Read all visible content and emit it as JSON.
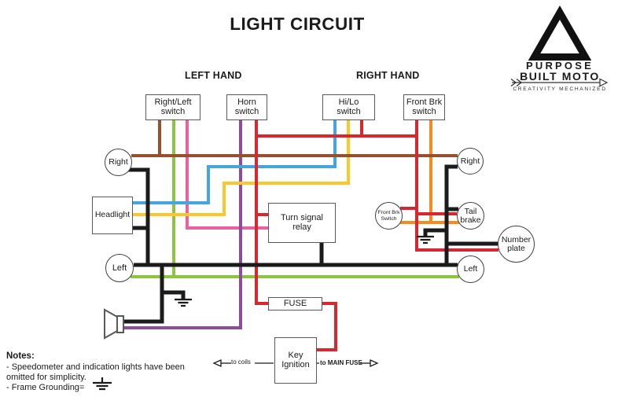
{
  "title": "LIGHT CIRCUIT",
  "logo": {
    "name_line1": "PURPOSE",
    "name_line2": "BUILT MOTO",
    "tagline": "CREATIVITY MECHANIZED"
  },
  "sections": {
    "left_hand": "LEFT HAND",
    "right_hand": "RIGHT HAND"
  },
  "boxes": {
    "right_left_switch": {
      "line1": "Right/Left",
      "line2": "switch"
    },
    "horn_switch": {
      "line1": "Horn",
      "line2": "switch"
    },
    "hilo_switch": {
      "line1": "Hi/Lo",
      "line2": "switch"
    },
    "front_brk_switch": {
      "line1": "Front Brk",
      "line2": "switch"
    },
    "headlight": {
      "line1": "Headlight"
    },
    "turn_signal_relay": {
      "line1": "Turn signal",
      "line2": "relay"
    },
    "fuse": {
      "line1": "FUSE"
    },
    "key_ignition": {
      "line1": "Key",
      "line2": "Ignition"
    }
  },
  "circles": {
    "left_indicator_right": {
      "line1": "Right"
    },
    "left_indicator_left": {
      "line1": "Left"
    },
    "right_indicator_right": {
      "line1": "Right"
    },
    "right_indicator_left": {
      "line1": "Left"
    },
    "front_brk_switch_small": {
      "line1": "Front Brk",
      "line2": "Switch"
    },
    "tail_brake": {
      "line1": "Tail",
      "line2": "brake"
    },
    "number_plate": {
      "line1": "Number",
      "line2": "plate"
    }
  },
  "annotations": {
    "to_coils": "to coils",
    "to_main_fuse": "to MAIN FUSE"
  },
  "notes": {
    "heading": "Notes:",
    "line1": "- Speedometer and indication lights have been",
    "line2": "omitted for simplicity.",
    "line3": "- Frame Grounding="
  },
  "wire_colors": {
    "black": "#1b1b1b",
    "brown": "#9a4f2a",
    "green": "#8cc63f",
    "pink": "#ee5fa0",
    "purple": "#8e4a9b",
    "red": "#d7282f",
    "blue": "#45a5dc",
    "yellow": "#fcc62d",
    "orange": "#f68b1f"
  }
}
